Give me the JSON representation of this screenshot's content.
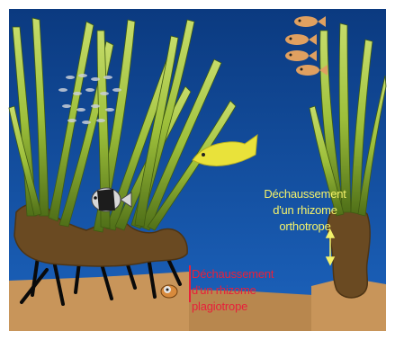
{
  "diagram": {
    "labels": {
      "orthotrope": [
        "Déchaussement",
        "d'un rhizome",
        "orthotrope"
      ],
      "plagiotrope": [
        "Déchaussement",
        "d'un rhizome",
        "plagiotrope"
      ]
    },
    "colors": {
      "water_top": "#0d3f86",
      "water_bottom": "#1a5fb8",
      "sand": "#c5945a",
      "rhizome": "#6b4a24",
      "leaf": "#9fbf3c",
      "leaf_dark": "#5e7f1c",
      "label_orthotrope": "#f4f26a",
      "label_plagiotrope": "#e8203a",
      "arrow_orthotrope": "#f4f26a",
      "bracket_plagiotrope": "#e8203a"
    },
    "credit": ""
  }
}
